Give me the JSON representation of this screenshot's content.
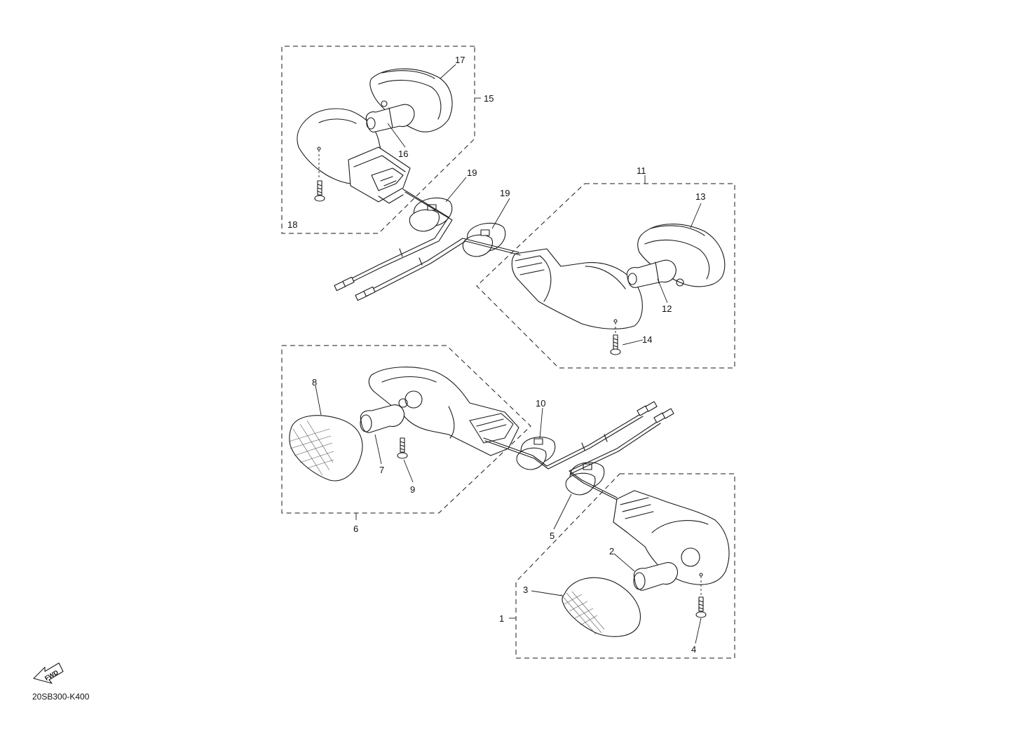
{
  "diagram": {
    "drawing_code": "20SB300-K400",
    "fwd_label": "FWD",
    "callouts": {
      "c1": "1",
      "c2": "2",
      "c3": "3",
      "c4": "4",
      "c5": "5",
      "c6": "6",
      "c7": "7",
      "c8": "8",
      "c9": "9",
      "c10": "10",
      "c11": "11",
      "c12": "12",
      "c13": "13",
      "c14": "14",
      "c15": "15",
      "c16": "16",
      "c17": "17",
      "c18": "18",
      "c19a": "19",
      "c19b": "19"
    }
  }
}
